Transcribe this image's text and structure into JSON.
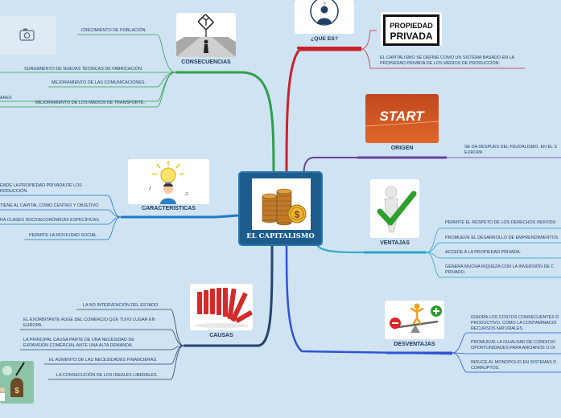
{
  "central": {
    "title": "EL CAPITALISMO"
  },
  "que_es": {
    "title": "¿QUE ES?",
    "items": [
      "EL CAPITALISMO SE DEFINE COMO UN SISTEMA BASADO EN LA PROPIEDAD PRIVADA DE LOS MEDIOS DE PRODUCCIÓN."
    ],
    "sign_text": "PROPIEDAD PRIVADA"
  },
  "origen": {
    "title": "ORIGEN",
    "items": [
      "SE DA DESPUES DEL FEUDALISMO, EN EL S EUROPA"
    ],
    "start_text": "START"
  },
  "ventajas": {
    "title": "VENTAJAS",
    "items": [
      "PERMITE EL RESPETO DE LOS DERECHOS INDIVIDU",
      "PROMUEVE EL DESARROLLO DE EMPRENDIMIENTOS",
      "ACCEDE A LA PROPIEDAD PRIVADA.",
      "GENERA MUCHA RIQUEZA CON LA INVERSIÓN DE C PRIVADO."
    ]
  },
  "desventajas": {
    "title": "DESVENTAJAS",
    "items": [
      "IGNORA LOS COSTOS CONSECUENTES D PRODUCTIVO, COMO LA CONTAMINACIÓ RECURSOS NATURALES.",
      "PROMUEVE LA IGUALDAD DE CONDICIO OPORTUNIDADES PARA ANCIANOS O DI",
      "INDUCE AL MONOPOLIO EN SISTEMAS D CORRUPTOS."
    ]
  },
  "consecuencias": {
    "title": "CONSECUENCIAS",
    "items": [
      "CRECIMIENTO DE POBLACIÓN.",
      "SURGIMIENTO DE NUEVAS TÉCNICAS DE FABRICACIÓN.",
      "MEJORAMIENTO DE LAS COMUNICACIONES.",
      "MEJORAMIENTO DE LOS MEDIOS DE TRANSPORTE."
    ],
    "partial_item": "ARES"
  },
  "caracteristicas": {
    "title": "CARACTERISTICAS",
    "items": [
      "ENDE LA PROPIEDAD PRIVADA DE LOS RODUCCIÓN.",
      "TIENE AL CAPITAL COMO CENTRO Y OBJETIVO",
      "RA CLASES SOCIOECONÓMICAS ESPECÍFICAS",
      "PERMITE LA MOVILIDAD SOCIAL"
    ]
  },
  "causas": {
    "title": "CAUSAS",
    "items": [
      "LA NO INTERVENCIÓN DEL ESTADO.",
      "EL EXORBITANTE AUGE DEL COMERCIO QUE TUVO LUGAR EN EUROPA.",
      "LA PRINCIPAL CAUSA PARTE DE UNA NECESIDAD DE EXPANSIÓN COMERCIAL ANTE UNA ALTA DEMANDA.",
      "EL AUMENTO DE LAS NECESIDADES FINANCIERAS.",
      "LA CONSECUCIÓN DE LOS IDEALES LIBERALES."
    ]
  },
  "colors": {
    "background": "#cfe3f3",
    "central": "#1c5d8e",
    "que_es": "#c8232c",
    "origen": "#6a3d9a",
    "ventajas": "#2aa7c6",
    "desventajas": "#2f52d6",
    "consecuencias": "#2e9e4a",
    "caracteristicas": "#1f78c1",
    "causas": "#27456b"
  },
  "icons": [
    "camera-icon",
    "person-question-icon",
    "signpost-icon",
    "start-road-icon",
    "coins-dollar-icon",
    "lightbulb-person-icon",
    "checkmark-figure-icon",
    "balance-figure-icon",
    "falling-dominoes-icon",
    "money-bag-icon"
  ]
}
